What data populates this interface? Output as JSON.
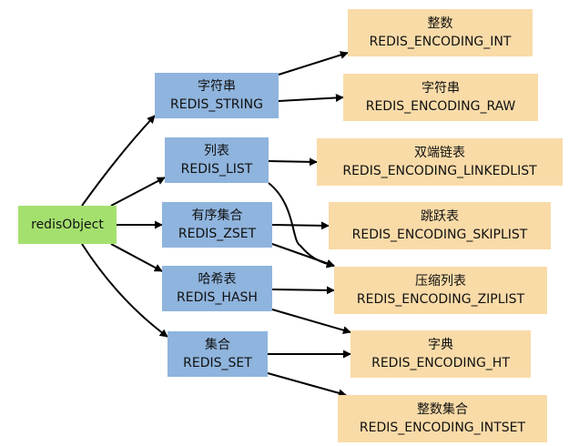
{
  "root": {
    "label": "redisObject"
  },
  "types": [
    {
      "id": "string",
      "zh": "字符串",
      "en": "REDIS_STRING"
    },
    {
      "id": "list",
      "zh": "列表",
      "en": "REDIS_LIST"
    },
    {
      "id": "zset",
      "zh": "有序集合",
      "en": "REDIS_ZSET"
    },
    {
      "id": "hash",
      "zh": "哈希表",
      "en": "REDIS_HASH"
    },
    {
      "id": "set",
      "zh": "集合",
      "en": "REDIS_SET"
    }
  ],
  "encodings": [
    {
      "id": "int",
      "zh": "整数",
      "en": "REDIS_ENCODING_INT"
    },
    {
      "id": "raw",
      "zh": "字符串",
      "en": "REDIS_ENCODING_RAW"
    },
    {
      "id": "linkedlist",
      "zh": "双端链表",
      "en": "REDIS_ENCODING_LINKEDLIST"
    },
    {
      "id": "skiplist",
      "zh": "跳跃表",
      "en": "REDIS_ENCODING_SKIPLIST"
    },
    {
      "id": "ziplist",
      "zh": "压缩列表",
      "en": "REDIS_ENCODING_ZIPLIST"
    },
    {
      "id": "ht",
      "zh": "字典",
      "en": "REDIS_ENCODING_HT"
    },
    {
      "id": "intset",
      "zh": "整数集合",
      "en": "REDIS_ENCODING_INTSET"
    }
  ],
  "edges": [
    {
      "from": "root",
      "to": "string"
    },
    {
      "from": "root",
      "to": "list"
    },
    {
      "from": "root",
      "to": "zset"
    },
    {
      "from": "root",
      "to": "hash"
    },
    {
      "from": "root",
      "to": "set"
    },
    {
      "from": "string",
      "to": "int"
    },
    {
      "from": "string",
      "to": "raw"
    },
    {
      "from": "list",
      "to": "linkedlist"
    },
    {
      "from": "list",
      "to": "ziplist"
    },
    {
      "from": "zset",
      "to": "skiplist"
    },
    {
      "from": "zset",
      "to": "ziplist"
    },
    {
      "from": "hash",
      "to": "ziplist"
    },
    {
      "from": "hash",
      "to": "ht"
    },
    {
      "from": "set",
      "to": "ht"
    },
    {
      "from": "set",
      "to": "intset"
    }
  ]
}
